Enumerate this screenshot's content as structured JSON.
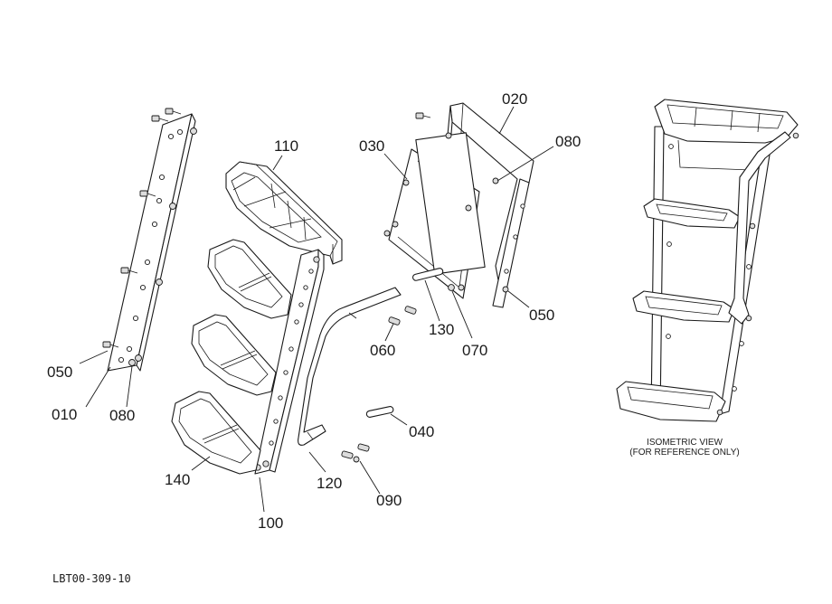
{
  "callouts": {
    "c010": "010",
    "c020": "020",
    "c030": "030",
    "c040": "040",
    "c050a": "050",
    "c050b": "050",
    "c060": "060",
    "c070": "070",
    "c080a": "080",
    "c080b": "080",
    "c090": "090",
    "c100": "100",
    "c110": "110",
    "c120": "120",
    "c130": "130",
    "c140": "140"
  },
  "isometric_note": {
    "line1": "ISOMETRIC VIEW",
    "line2": "(FOR REFERENCE ONLY)"
  },
  "document_number": "LBT00-309-10"
}
